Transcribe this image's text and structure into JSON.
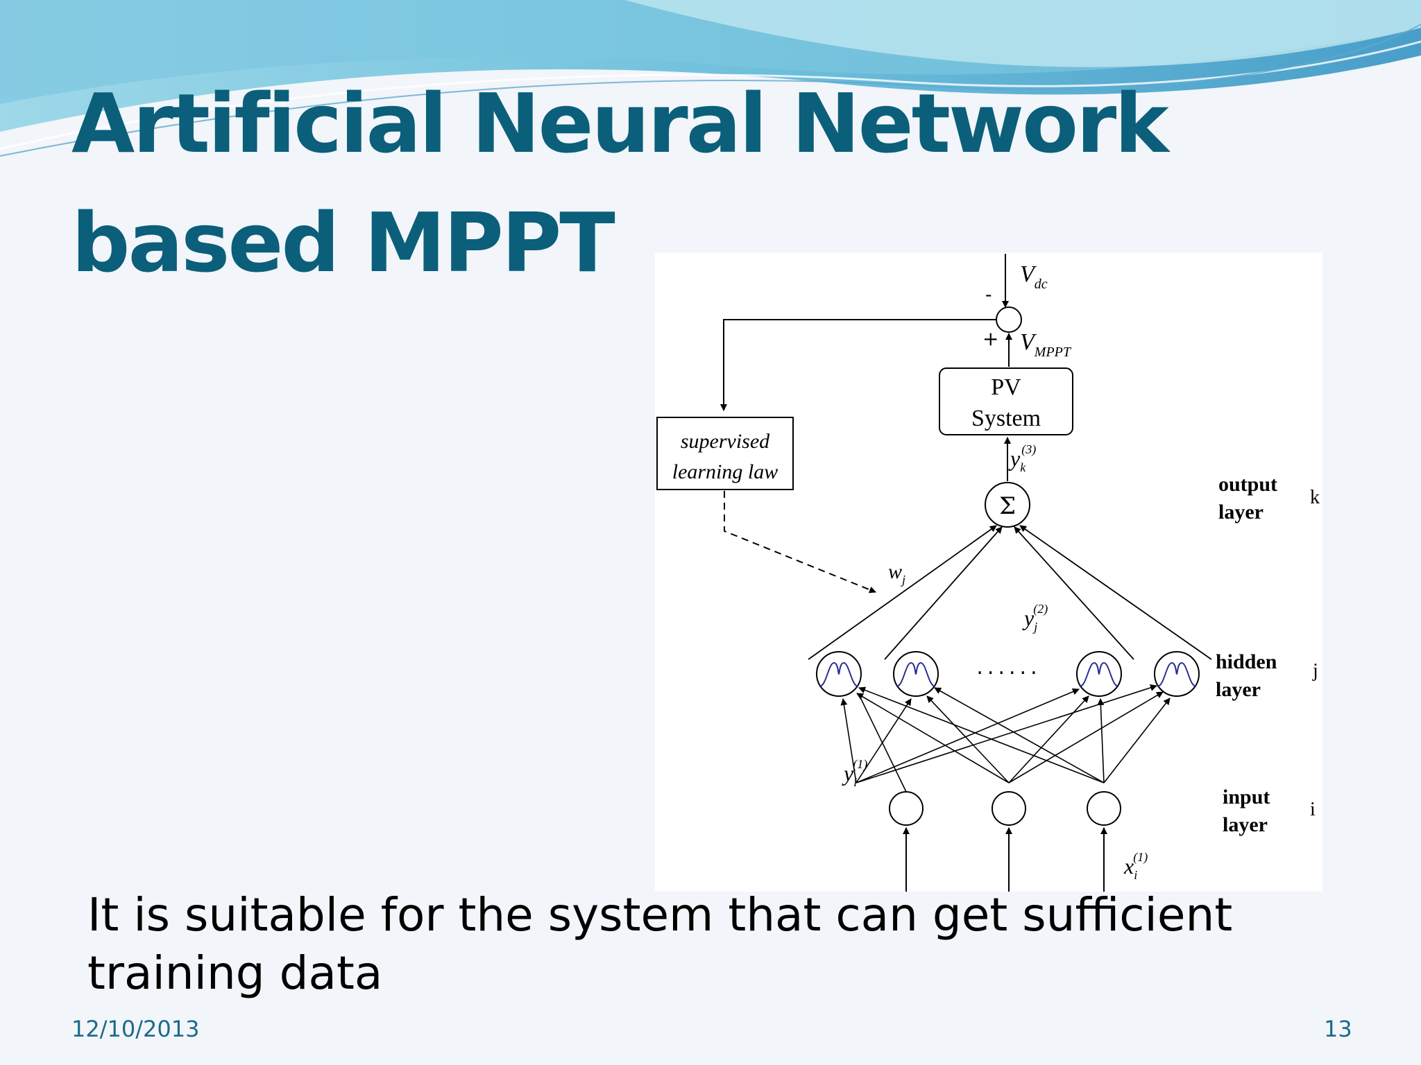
{
  "slide": {
    "title_line1": "Artificial Neural Network",
    "title_line2": "based MPPT",
    "body": "It is suitable for the system that can get sufficient training data",
    "date": "12/10/2013",
    "page_number": "13"
  },
  "diagram": {
    "vdc_main": "V",
    "vdc_sub": "dc",
    "vmppt_main": "V",
    "vmppt_sub": "MPPT",
    "minus_sign": "-",
    "plus_sign": "+",
    "pv_line1": "PV",
    "pv_line2": "System",
    "supervised_line1": "supervised",
    "supervised_line2": "learning law",
    "sigma": "Σ",
    "weight_main": "w",
    "weight_sub": "j",
    "yk_main": "y",
    "yk_sub": "k",
    "yk_sup": "(3)",
    "yj_main": "y",
    "yj_sub": "j",
    "yj_sup": "(2)",
    "yi_main": "y",
    "yi_sub": "i",
    "yi_sup": "(1)",
    "xi_main": "x",
    "xi_sub": "i",
    "xi_sup": "(1)",
    "output_line1": "output",
    "output_line2": "layer",
    "output_index": "k",
    "hidden_line1": "hidden",
    "hidden_line2": "layer",
    "hidden_index": "j",
    "input_line1": "input",
    "input_line2": "layer",
    "input_index": "i",
    "ellipsis": "......"
  },
  "colors": {
    "title": "#0b5f7a",
    "footer": "#1b6a8a",
    "gaussian_curve": "#2a2f8f"
  }
}
